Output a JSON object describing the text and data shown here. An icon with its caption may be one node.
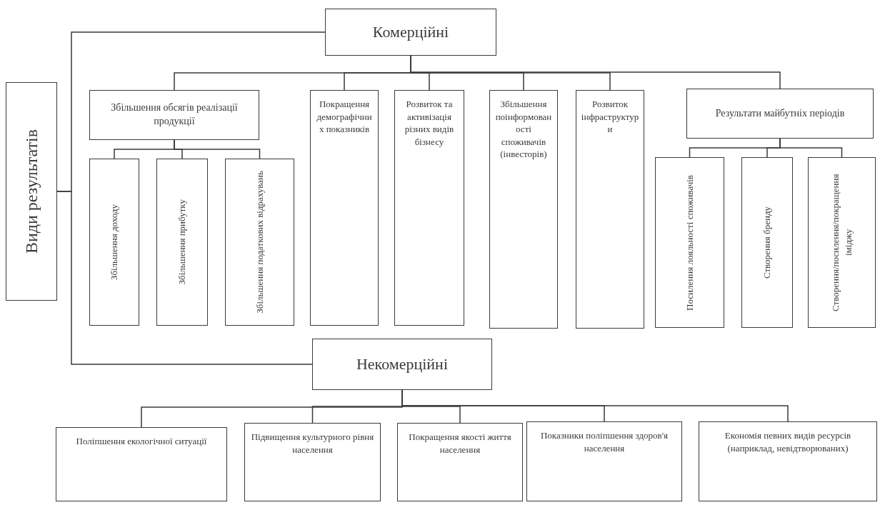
{
  "diagram": {
    "nodes": [
      {
        "text": [
          "Види результатів"
        ]
      },
      {
        "text": [
          "Комерційні"
        ]
      },
      {
        "text": [
          "Збільшення обсягів реалізації продукції"
        ]
      },
      {
        "text": [
          "Збільшення доходу"
        ]
      },
      {
        "text": [
          "Збільшення прибутку"
        ]
      },
      {
        "text": [
          "Збільшення податкових відрахувань"
        ]
      },
      {
        "text": [
          "Покращення демографічних показників"
        ]
      },
      {
        "text": [
          "Розвиток та активізація різних видів бізнесу"
        ]
      },
      {
        "text": [
          "Збільшення поінформованості споживачів (інвесторів)"
        ]
      },
      {
        "text": [
          "Розвиток інфраструктури"
        ]
      },
      {
        "text": [
          "Результати майбутніх періодів"
        ]
      },
      {
        "text": [
          "Посилення лояльності споживачів"
        ]
      },
      {
        "text": [
          "Створення бренду"
        ]
      },
      {
        "text": [
          "Створення/посилення/покращення іміджу"
        ]
      },
      {
        "text": [
          "Некомерційні"
        ]
      },
      {
        "text": [
          "Поліпшення екологічної ситуації"
        ]
      },
      {
        "text": [
          "Підвищення культурного рівня населення"
        ]
      },
      {
        "text": [
          "Покращення якості життя населення"
        ]
      },
      {
        "text": [
          "Показники поліпшення здоров'я населення"
        ]
      },
      {
        "text": [
          "Економія певних видів ресурсів (наприклад, невідтворюваних)"
        ]
      }
    ],
    "edges": [
      {
        "from": 0,
        "to": 1,
        "arrow": "none"
      },
      {
        "from": 0,
        "to": 14,
        "arrow": "none"
      },
      {
        "from": 1,
        "to": 2,
        "arrow": "none"
      },
      {
        "from": 1,
        "to": 6,
        "arrow": "none"
      },
      {
        "from": 1,
        "to": 7,
        "arrow": "none"
      },
      {
        "from": 1,
        "to": 8,
        "arrow": "none"
      },
      {
        "from": 1,
        "to": 9,
        "arrow": "none"
      },
      {
        "from": 1,
        "to": 10,
        "arrow": "none"
      },
      {
        "from": 2,
        "to": 3,
        "arrow": "none"
      },
      {
        "from": 2,
        "to": 4,
        "arrow": "none"
      },
      {
        "from": 2,
        "to": 5,
        "arrow": "none"
      },
      {
        "from": 10,
        "to": 11,
        "arrow": "none"
      },
      {
        "from": 10,
        "to": 12,
        "arrow": "none"
      },
      {
        "from": 10,
        "to": 13,
        "arrow": "none"
      },
      {
        "from": 14,
        "to": 15,
        "arrow": "none"
      },
      {
        "from": 14,
        "to": 16,
        "arrow": "none"
      },
      {
        "from": 14,
        "to": 17,
        "arrow": "none"
      },
      {
        "from": 14,
        "to": 18,
        "arrow": "none"
      },
      {
        "from": 14,
        "to": 19,
        "arrow": "none"
      }
    ]
  }
}
